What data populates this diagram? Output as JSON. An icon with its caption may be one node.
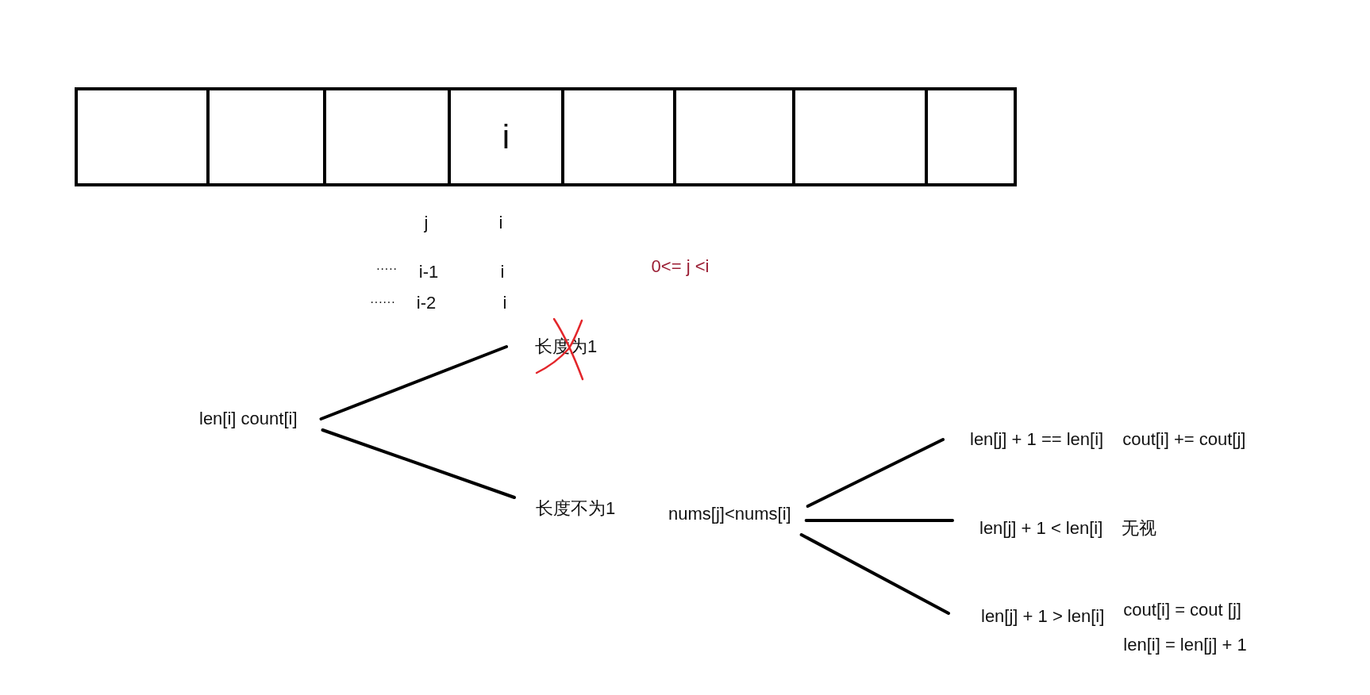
{
  "diagram": {
    "nodes": [
      {
        "text": [],
        "shape": "box"
      },
      {
        "text": [],
        "shape": "box"
      },
      {
        "text": [],
        "shape": "box"
      },
      {
        "text": [
          "i"
        ]
      },
      {
        "text": [],
        "shape": "box"
      },
      {
        "text": [],
        "shape": "box"
      },
      {
        "text": [],
        "shape": "box"
      },
      {
        "text": [],
        "shape": "box"
      },
      {
        "text": [
          "len[i] count[i]"
        ]
      },
      {
        "text": [
          "长度为1"
        ]
      },
      {
        "text": [
          "长度不为1"
        ]
      },
      {
        "text": [
          "nums[j]<nums[i]"
        ]
      },
      {
        "text": [
          "len[j] + 1 == len[i]"
        ],
        "beside": [
          "cout[i] += cout[j]"
        ]
      },
      {
        "text": [
          "len[j] + 1 < len[i]"
        ],
        "beside": [
          "无视"
        ]
      },
      {
        "text": [
          "len[j] + 1 > len[i]"
        ],
        "beside": [
          "cout[i] = cout [j]",
          "len[i] = len[j] + 1"
        ]
      }
    ],
    "edges": [
      {
        "from": 8,
        "to": 9,
        "arrow": "none"
      },
      {
        "from": 8,
        "to": 10,
        "arrow": "none"
      },
      {
        "from": 11,
        "to": 12,
        "arrow": "none"
      },
      {
        "from": 11,
        "to": 13,
        "arrow": "none"
      },
      {
        "from": 11,
        "to": 14,
        "arrow": "none"
      }
    ],
    "labels": [
      "j",
      "i",
      "·····",
      "i-1",
      "i",
      "0<= j <i",
      "······",
      "i-2",
      "i"
    ]
  }
}
